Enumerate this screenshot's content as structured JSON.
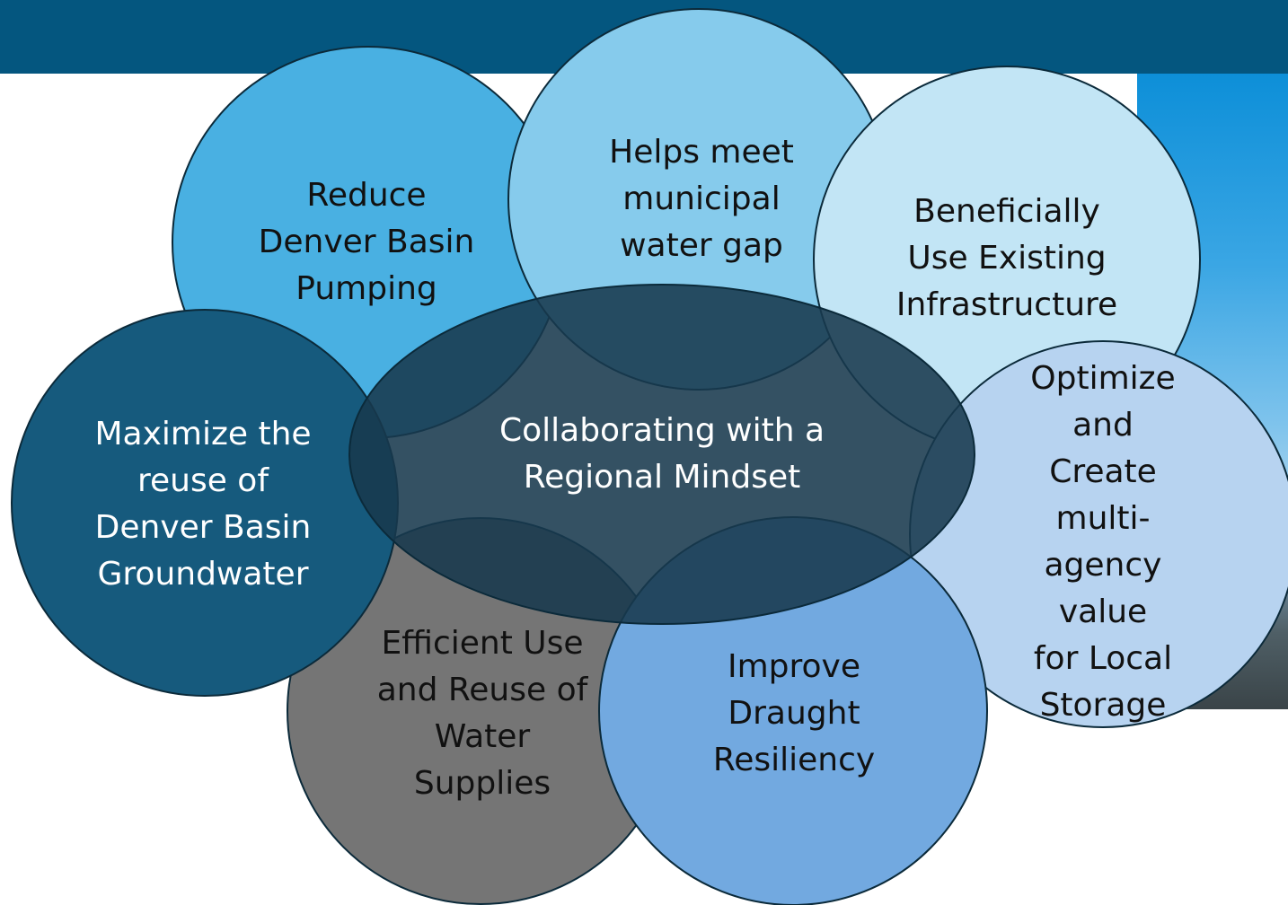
{
  "colors": {
    "header_band": "#04567f",
    "outline": "#0b2a3a",
    "reduce_pumping": "#49b0e2",
    "municipal_gap": "#86cbec",
    "infrastructure": "#c2e5f5",
    "local_storage": "#b7d3f0",
    "drought": "#72a9e0",
    "efficient_use": "#757575",
    "groundwater_reuse": "#165a7d",
    "center": "#18394d"
  },
  "diagram": {
    "center": {
      "text": "Collaborating with a\nRegional Mindset"
    },
    "nodes": [
      {
        "id": "reduce-pumping",
        "text": "Reduce\nDenver Basin\nPumping"
      },
      {
        "id": "municipal-gap",
        "text": "Helps meet\nmunicipal\nwater gap"
      },
      {
        "id": "infrastructure",
        "text": "Beneficially\nUse Existing\nInfrastructure"
      },
      {
        "id": "local-storage",
        "text": "Optimize and\nCreate multi-\nagency value\nfor Local\nStorage"
      },
      {
        "id": "drought",
        "text": "Improve\nDraught\nResiliency"
      },
      {
        "id": "efficient-use",
        "text": "Efficient Use\nand Reuse of\nWater\nSupplies"
      },
      {
        "id": "groundwater-reuse",
        "text": "Maximize the\nreuse of\nDenver Basin\nGroundwater"
      }
    ]
  }
}
